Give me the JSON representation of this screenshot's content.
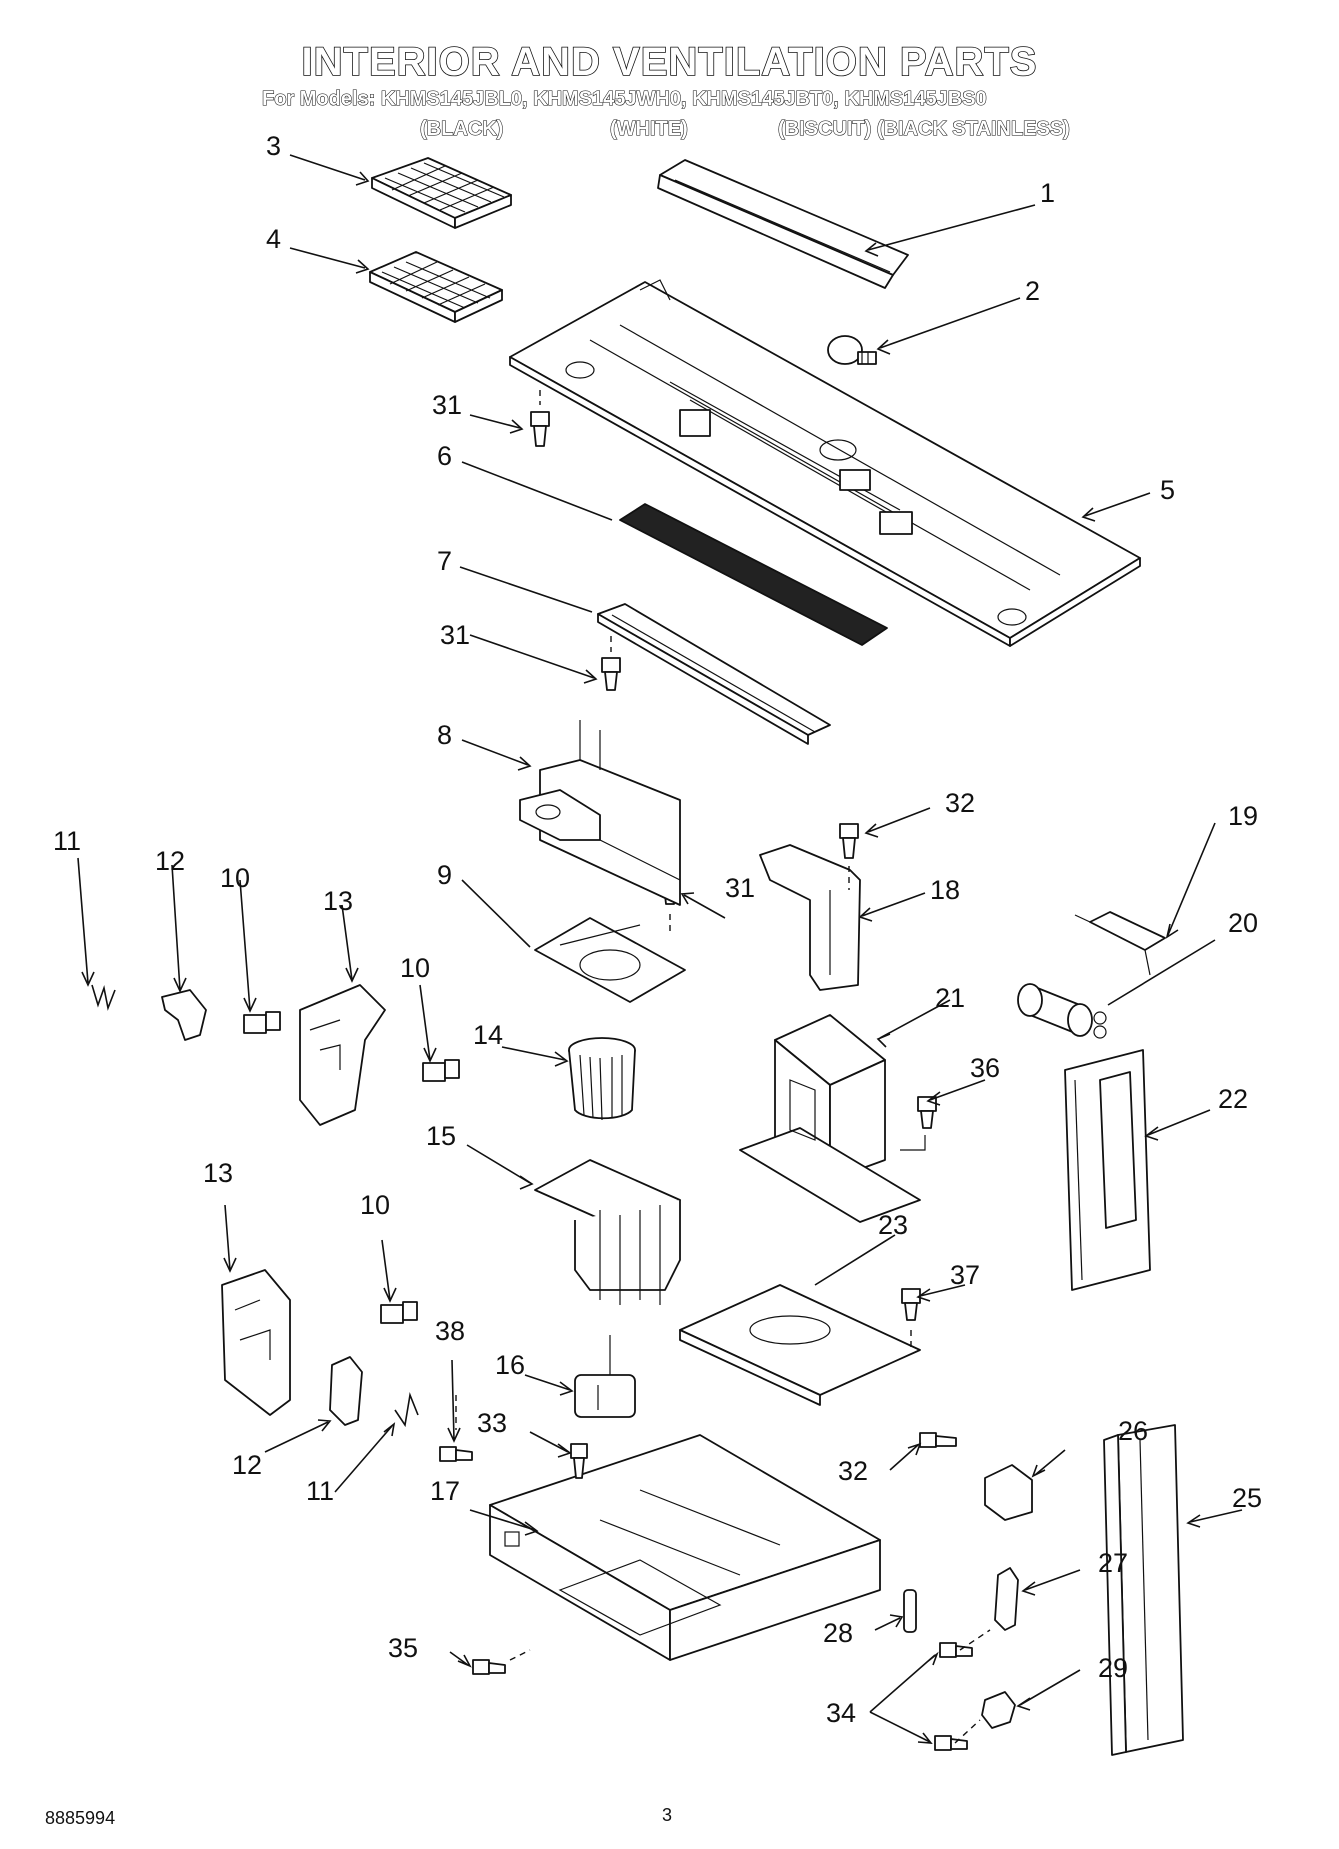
{
  "header": {
    "title": "INTERIOR AND VENTILATION PARTS",
    "subtitle": "For Models: KHMS145JBL0, KHMS145JWH0, KHMS145JBT0, KHMS145JBS0",
    "variants": {
      "black": "(BLACK)",
      "white": "(WHITE)",
      "biscuit_stainless": "(BISCUIT) (BIACK STAINLESS)"
    }
  },
  "callouts": {
    "c1": "1",
    "c2": "2",
    "c3": "3",
    "c4": "4",
    "c5": "5",
    "c6": "6",
    "c7": "7",
    "c8": "8",
    "c9": "9",
    "c10a": "10",
    "c10b": "10",
    "c10c": "10",
    "c11a": "11",
    "c11b": "11",
    "c12a": "12",
    "c12b": "12",
    "c13a": "13",
    "c13b": "13",
    "c14": "14",
    "c15": "15",
    "c16": "16",
    "c17": "17",
    "c18": "18",
    "c19": "19",
    "c20": "20",
    "c21": "21",
    "c22": "22",
    "c23": "23",
    "c25": "25",
    "c26": "26",
    "c27": "27",
    "c28": "28",
    "c29": "29",
    "c31a": "31",
    "c31b": "31",
    "c31c": "31",
    "c32a": "32",
    "c32b": "32",
    "c33": "33",
    "c34": "34",
    "c35": "35",
    "c36": "36",
    "c37": "37",
    "c38": "38"
  },
  "footer": {
    "doc_number": "8885994",
    "page_number": "3"
  }
}
